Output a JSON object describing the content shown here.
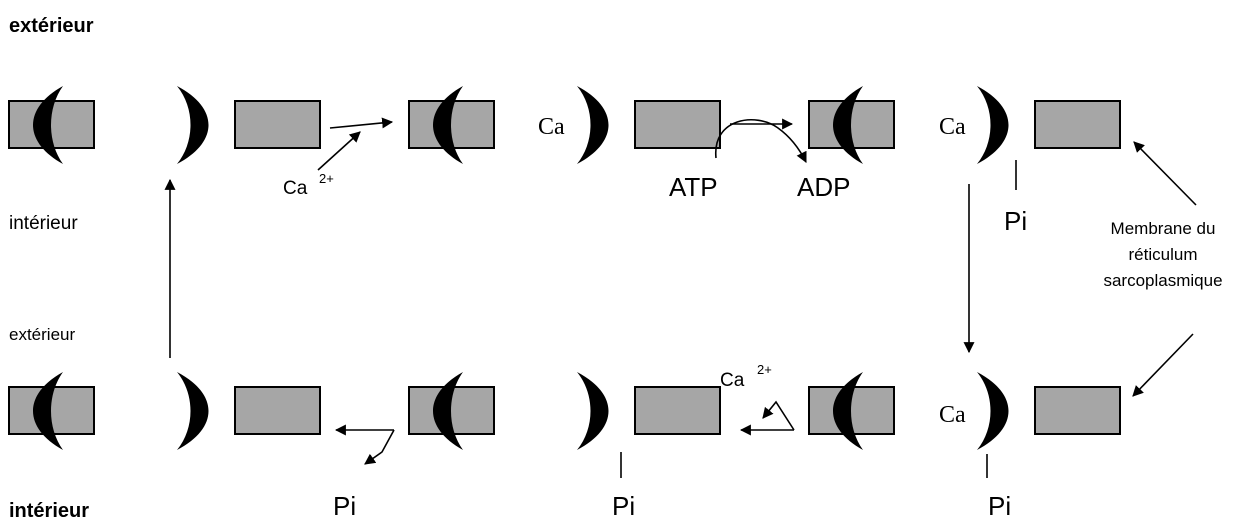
{
  "labels": {
    "exterieur_bold": "extérieur",
    "interieur_bold": "intérieur",
    "interieur": "intérieur",
    "exterieur": "extérieur",
    "ca_ion": "Ca",
    "ca_charge": "2+",
    "atp": "ATP",
    "adp": "ADP",
    "pi": "Pi",
    "ca_bound": "Ca",
    "membrane_line1": "Membrane du",
    "membrane_line2": "réticulum",
    "membrane_line3": "sarcoplasmique"
  },
  "colors": {
    "membrane": "#a6a6a6",
    "protein": "#000000"
  }
}
